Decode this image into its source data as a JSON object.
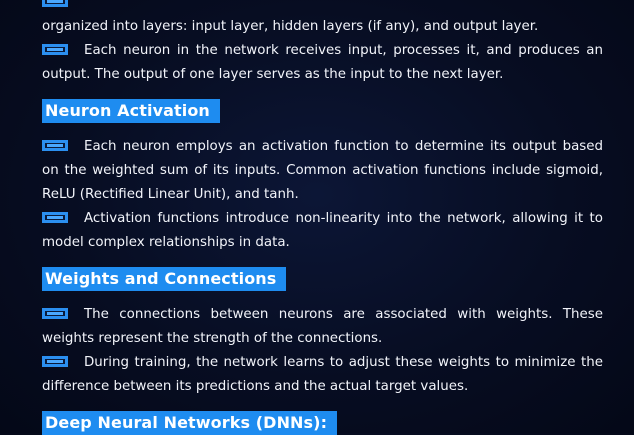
{
  "intro": {
    "line_top": "organized into layers: input layer, hidden layers (if any), and output layer.",
    "bullet_2": "Each neuron in the network receives input, processes it, and produces an output. The output of one layer serves as the input to the next layer."
  },
  "neuron_activation": {
    "heading": "Neuron Activation",
    "bullet_1": "Each neuron employs an activation function to determine its output based on the weighted sum of its inputs. Common activation functions include sigmoid, ReLU (Rectified Linear Unit), and tanh.",
    "bullet_2": "Activation functions introduce non-linearity into the network, allowing it to model complex relationships in data."
  },
  "weights_connections": {
    "heading": "Weights and Connections",
    "bullet_1": "The connections between neurons are associated with weights. These weights represent the strength of the connections.",
    "bullet_2": "During training, the network learns to adjust these weights to minimize the difference between its predictions and the actual target values."
  },
  "dnn": {
    "heading": "Deep Neural Networks (DNNs):"
  },
  "colors": {
    "accent": "#1e8cf0",
    "background": "#070d22",
    "text": "#ffffff"
  },
  "icons": {
    "bullet": "blue-rectangle-bullet-icon"
  }
}
